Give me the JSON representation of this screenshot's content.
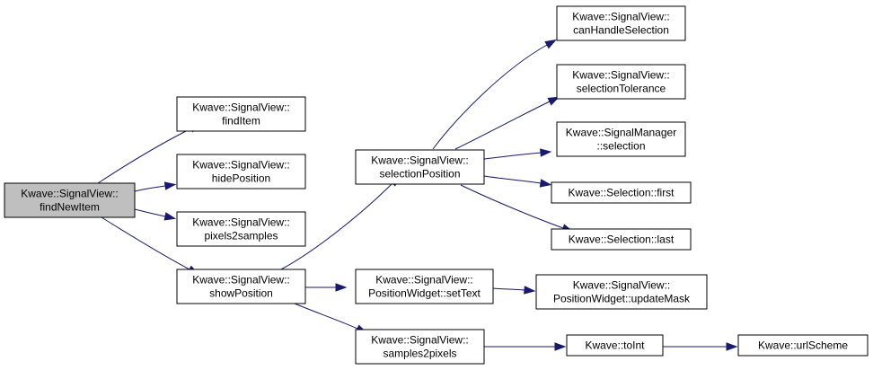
{
  "graph": {
    "colors": {
      "edge": "#191970",
      "node_border": "#000000",
      "node_fill": "#ffffff",
      "root_fill": "#bfbfbf"
    },
    "nodes": {
      "findNewItem": [
        "Kwave::SignalView::",
        "findNewItem"
      ],
      "findItem": [
        "Kwave::SignalView::",
        "findItem"
      ],
      "hidePosition": [
        "Kwave::SignalView::",
        "hidePosition"
      ],
      "pixels2samples": [
        "Kwave::SignalView::",
        "pixels2samples"
      ],
      "showPosition": [
        "Kwave::SignalView::",
        "showPosition"
      ],
      "selectionPosition": [
        "Kwave::SignalView::",
        "selectionPosition"
      ],
      "canHandleSelection": [
        "Kwave::SignalView::",
        "canHandleSelection"
      ],
      "selectionTolerance": [
        "Kwave::SignalView::",
        "selectionTolerance"
      ],
      "signalManagerSelection": [
        "Kwave::SignalManager",
        "::selection"
      ],
      "selectionFirst": [
        "Kwave::Selection::first"
      ],
      "selectionLast": [
        "Kwave::Selection::last"
      ],
      "positionWidgetSetText": [
        "Kwave::SignalView::",
        "PositionWidget::setText"
      ],
      "positionWidgetUpdateMask": [
        "Kwave::SignalView::",
        "PositionWidget::updateMask"
      ],
      "samples2pixels": [
        "Kwave::SignalView::",
        "samples2pixels"
      ],
      "toInt": [
        "Kwave::toInt"
      ],
      "urlScheme": [
        "Kwave::urlScheme"
      ]
    },
    "edges": [
      {
        "from": "findNewItem",
        "to": "findItem"
      },
      {
        "from": "findNewItem",
        "to": "hidePosition"
      },
      {
        "from": "findNewItem",
        "to": "pixels2samples"
      },
      {
        "from": "findNewItem",
        "to": "showPosition"
      },
      {
        "from": "showPosition",
        "to": "selectionPosition"
      },
      {
        "from": "showPosition",
        "to": "positionWidgetSetText"
      },
      {
        "from": "showPosition",
        "to": "samples2pixels"
      },
      {
        "from": "selectionPosition",
        "to": "canHandleSelection"
      },
      {
        "from": "selectionPosition",
        "to": "selectionTolerance"
      },
      {
        "from": "selectionPosition",
        "to": "signalManagerSelection"
      },
      {
        "from": "selectionPosition",
        "to": "selectionFirst"
      },
      {
        "from": "selectionPosition",
        "to": "selectionLast"
      },
      {
        "from": "positionWidgetSetText",
        "to": "positionWidgetUpdateMask"
      },
      {
        "from": "samples2pixels",
        "to": "toInt"
      },
      {
        "from": "toInt",
        "to": "urlScheme"
      }
    ]
  }
}
